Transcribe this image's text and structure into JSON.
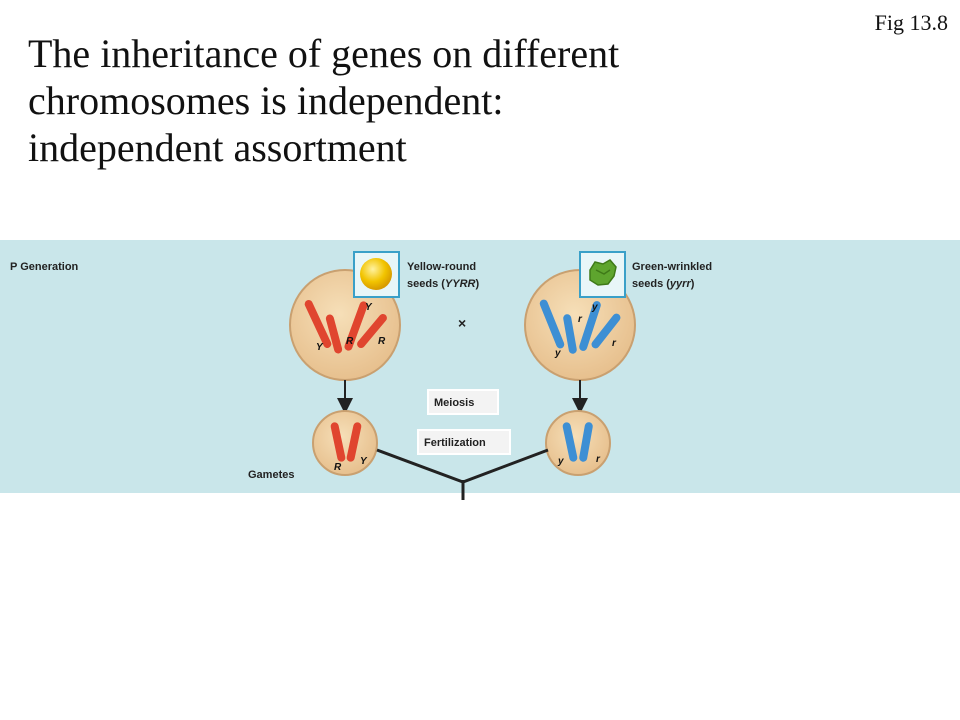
{
  "slide": {
    "fig_label": "Fig 13.8",
    "title_lines": [
      "The inheritance of genes on different",
      "chromosomes is independent:",
      "independent assortment"
    ]
  },
  "diagram": {
    "colors": {
      "panel_bg": "#c9e6ea",
      "cell_fill": "#eecfa3",
      "cell_stroke": "#c9a070",
      "red_chromosome": "#e0452f",
      "blue_chromosome": "#3d8fd4",
      "yellow_seed": "#f2c400",
      "green_seed": "#5ea52e"
    },
    "p_generation_label": "P Generation",
    "yellow_parent": {
      "line1": "Yellow-round",
      "line2_prefix": "seeds (",
      "genotype": "YYRR",
      "line2_suffix": ")",
      "seed_icon": "yellow-round-seed-icon"
    },
    "green_parent": {
      "line1": "Green-wrinkled",
      "line2_prefix": "seeds (",
      "genotype": "yyrr",
      "line2_suffix": ")",
      "seed_icon": "green-wrinkled-seed-icon"
    },
    "cross_symbol": "×",
    "meiosis_label": "Meiosis",
    "fertilization_label": "Fertilization",
    "gametes_label": "Gametes",
    "allele_labels": {
      "Y_upper": "Y",
      "y_lower": "y",
      "R_upper": "R",
      "r_lower": "r"
    }
  }
}
